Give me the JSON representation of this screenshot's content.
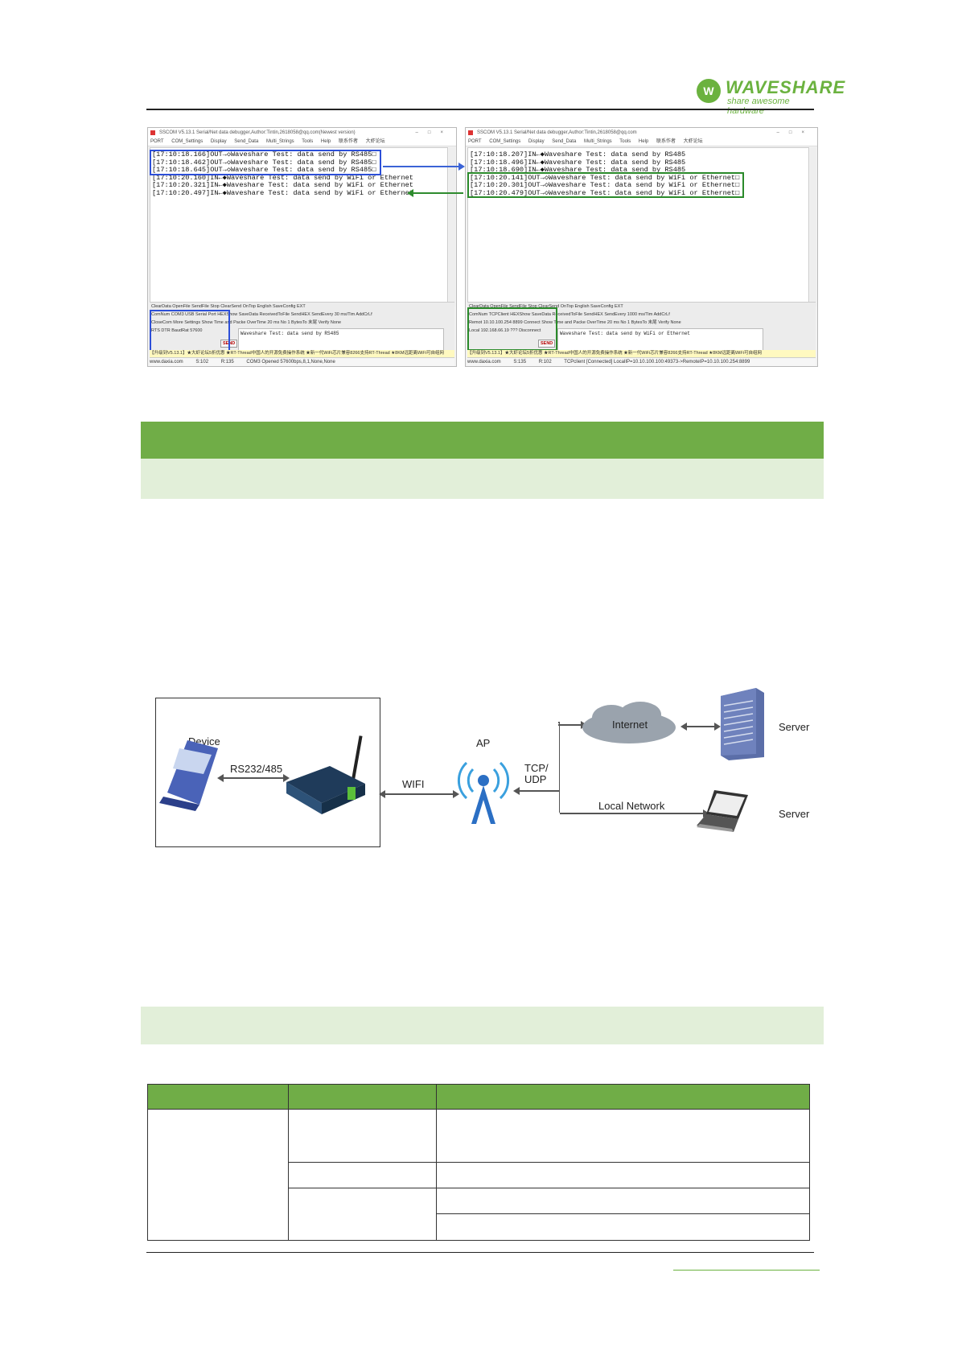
{
  "header": {
    "brand": "WAVESHARE",
    "tagline": "share awesome hardware"
  },
  "left_window": {
    "title": "SSCOM V5.13.1 Serial/Net data debugger,Author:Tintin,2618058@qq.com(Newest version)",
    "menu": [
      "PORT",
      "COM_Settings",
      "Display",
      "Send_Data",
      "Multi_Strings",
      "Tools",
      "Help",
      "联系作者",
      "大虾论坛"
    ],
    "log": [
      "[17:10:18.166]OUT→◇Waveshare Test: data send by RS485□",
      "[17:10:18.462]OUT→◇Waveshare Test: data send by RS485□",
      "[17:10:18.645]OUT→◇Waveshare Test: data send by RS485□",
      "[17:10:20.160]IN←◆Waveshare Test: data send by WiFi or Ethernet",
      "[17:10:20.321]IN←◆Waveshare Test: data send by WiFi or Ethernet",
      "[17:10:20.497]IN←◆Waveshare Test: data send by WiFi or Ethernet"
    ],
    "row1": "ClearData  OpenFile                                   SendFile  Stop  ClearSend  OnTop  English  SaveConfig  EXT",
    "row2": "ComNum  COM3 USB Serial Port      HEXShow  SaveData   ReceivedToFile  SendHEX  SendEvery 30  ms/Tim  AddCrLf",
    "row3": "CloseCom     More Settings    Show Time and Packe  OverTime 20  ms No 1  BytesTo 末尾  Verify None",
    "row4": "RTS  DTR  BaudRat 57600",
    "send_text": "Waveshare Test: data send by RS485",
    "send_button": "SEND",
    "ad_text": "【升级到V5.13.1】★大虾论坛5折优惠 ★RT-Thread中国人的开源免费操作系统 ★新一代WiFi芯片兼容8266支持RT-Thread ★8KM远距离WiFi可自组网",
    "status": [
      "www.daxia.com",
      "S:102",
      "R:135",
      "COM3 Opened  57600bps,8,1,None,None"
    ]
  },
  "right_window": {
    "title": "SSCOM V5.13.1 Serial/Net data debugger,Author:Tintin,2618058@qq.com",
    "menu": [
      "PORT",
      "COM_Settings",
      "Display",
      "Send_Data",
      "Multi_Strings",
      "Tools",
      "Help",
      "联系作者",
      "大虾论坛"
    ],
    "log": [
      "[17:10:18.207]IN←◆Waveshare Test: data send by RS485",
      "[17:10:18.496]IN←◆Waveshare Test: data send by RS485",
      "[17:10:18.690]IN←◆Waveshare Test: data send by RS485",
      "[17:10:20.141]OUT→◇Waveshare Test: data send by WiFi or Ethernet□",
      "[17:10:20.301]OUT→◇Waveshare Test: data send by WiFi or Ethernet□",
      "[17:10:20.479]OUT→◇Waveshare Test: data send by WiFi or Ethernet□"
    ],
    "row1": "ClearData  OpenFile                                   SendFile  Stop  ClearSend  OnTop  English  SaveConfig  EXT",
    "row2": "ComNum  TCPClient                  HEXShow  SaveData   ReceivedToFile  SendHEX  SendEvery 1000  ms/Tim  AddCrLf",
    "row3": "Remot 10.10.100.254    8899   Connect    Show Time and Packe  OverTime 20  ms No 1  BytesTo 末尾  Verify None",
    "row4": "Local 192.168.66.19    ???   Disconnect",
    "send_text": "Waveshare Test: data send by WiFi or Ethernet",
    "send_button": "SEND",
    "ad_text": "【升级到V5.13.1】★大虾论坛5折优惠 ★RT-Thread中国人的开源免费操作系统 ★新一代WiFi芯片兼容8266支持RT-Thread ★8KM远距离WiFi可自组网",
    "status": [
      "www.daxia.com",
      "S:135",
      "R:102",
      "TCPclient [Connected] LocalIP=10.10.100.100:49373->RemoteIP=10.10.100.254:8899"
    ]
  },
  "diagram": {
    "device": "Device",
    "rs": "RS232/485",
    "wifi": "WIFI",
    "ap": "AP",
    "tcp": "TCP/\nUDP",
    "internet": "Internet",
    "local_network": "Local Network",
    "server1": "Server",
    "server2": "Server"
  },
  "colors": {
    "brand_green": "#6bb23f",
    "band_dark": "#70ad47",
    "band_light": "#e2efd9",
    "select_blue": "#2d4fd8",
    "select_green": "#2a8a2a"
  }
}
